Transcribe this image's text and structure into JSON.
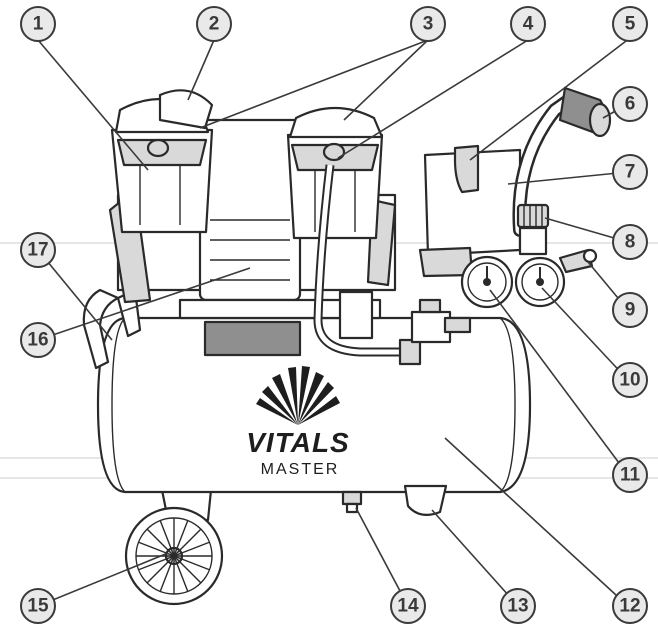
{
  "logo": {
    "brand": "VITALS",
    "subtitle": "MASTER"
  },
  "callouts": [
    {
      "id": 1,
      "label": "1"
    },
    {
      "id": 2,
      "label": "2"
    },
    {
      "id": 3,
      "label": "3"
    },
    {
      "id": 4,
      "label": "4"
    },
    {
      "id": 5,
      "label": "5"
    },
    {
      "id": 6,
      "label": "6"
    },
    {
      "id": 7,
      "label": "7"
    },
    {
      "id": 8,
      "label": "8"
    },
    {
      "id": 9,
      "label": "9"
    },
    {
      "id": 10,
      "label": "10"
    },
    {
      "id": 11,
      "label": "11"
    },
    {
      "id": 12,
      "label": "12"
    },
    {
      "id": 13,
      "label": "13"
    },
    {
      "id": 14,
      "label": "14"
    },
    {
      "id": 15,
      "label": "15"
    },
    {
      "id": 16,
      "label": "16"
    },
    {
      "id": 17,
      "label": "17"
    }
  ]
}
